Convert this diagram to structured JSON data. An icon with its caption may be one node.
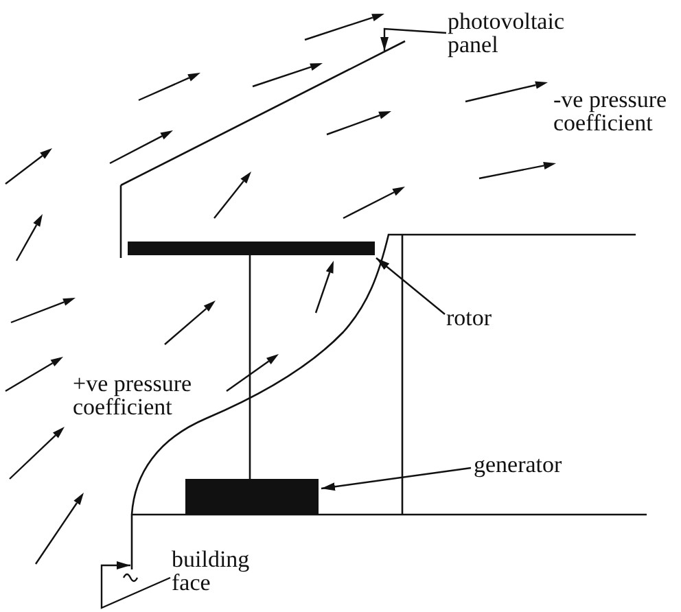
{
  "diagram": {
    "nodes": [
      {
        "text": [
          "photovoltaic panel"
        ]
      },
      {
        "text": [],
        "shape": "line"
      },
      {
        "text": [
          "rotor"
        ]
      },
      {
        "text": [],
        "shape": "bar"
      },
      {
        "text": [
          "generator"
        ]
      },
      {
        "text": [],
        "shape": "box"
      },
      {
        "text": [
          "building face"
        ]
      },
      {
        "text": [],
        "shape": "line"
      }
    ],
    "edges": [
      {
        "from": 0,
        "to": 1,
        "arrow": "to"
      },
      {
        "from": 2,
        "to": 3,
        "arrow": "to"
      },
      {
        "from": 4,
        "to": 5,
        "arrow": "to"
      },
      {
        "from": 6,
        "to": 7,
        "arrow": "to"
      }
    ],
    "labels": [
      "-ve pressure coefficient",
      "+ve pressure coefficient"
    ]
  }
}
